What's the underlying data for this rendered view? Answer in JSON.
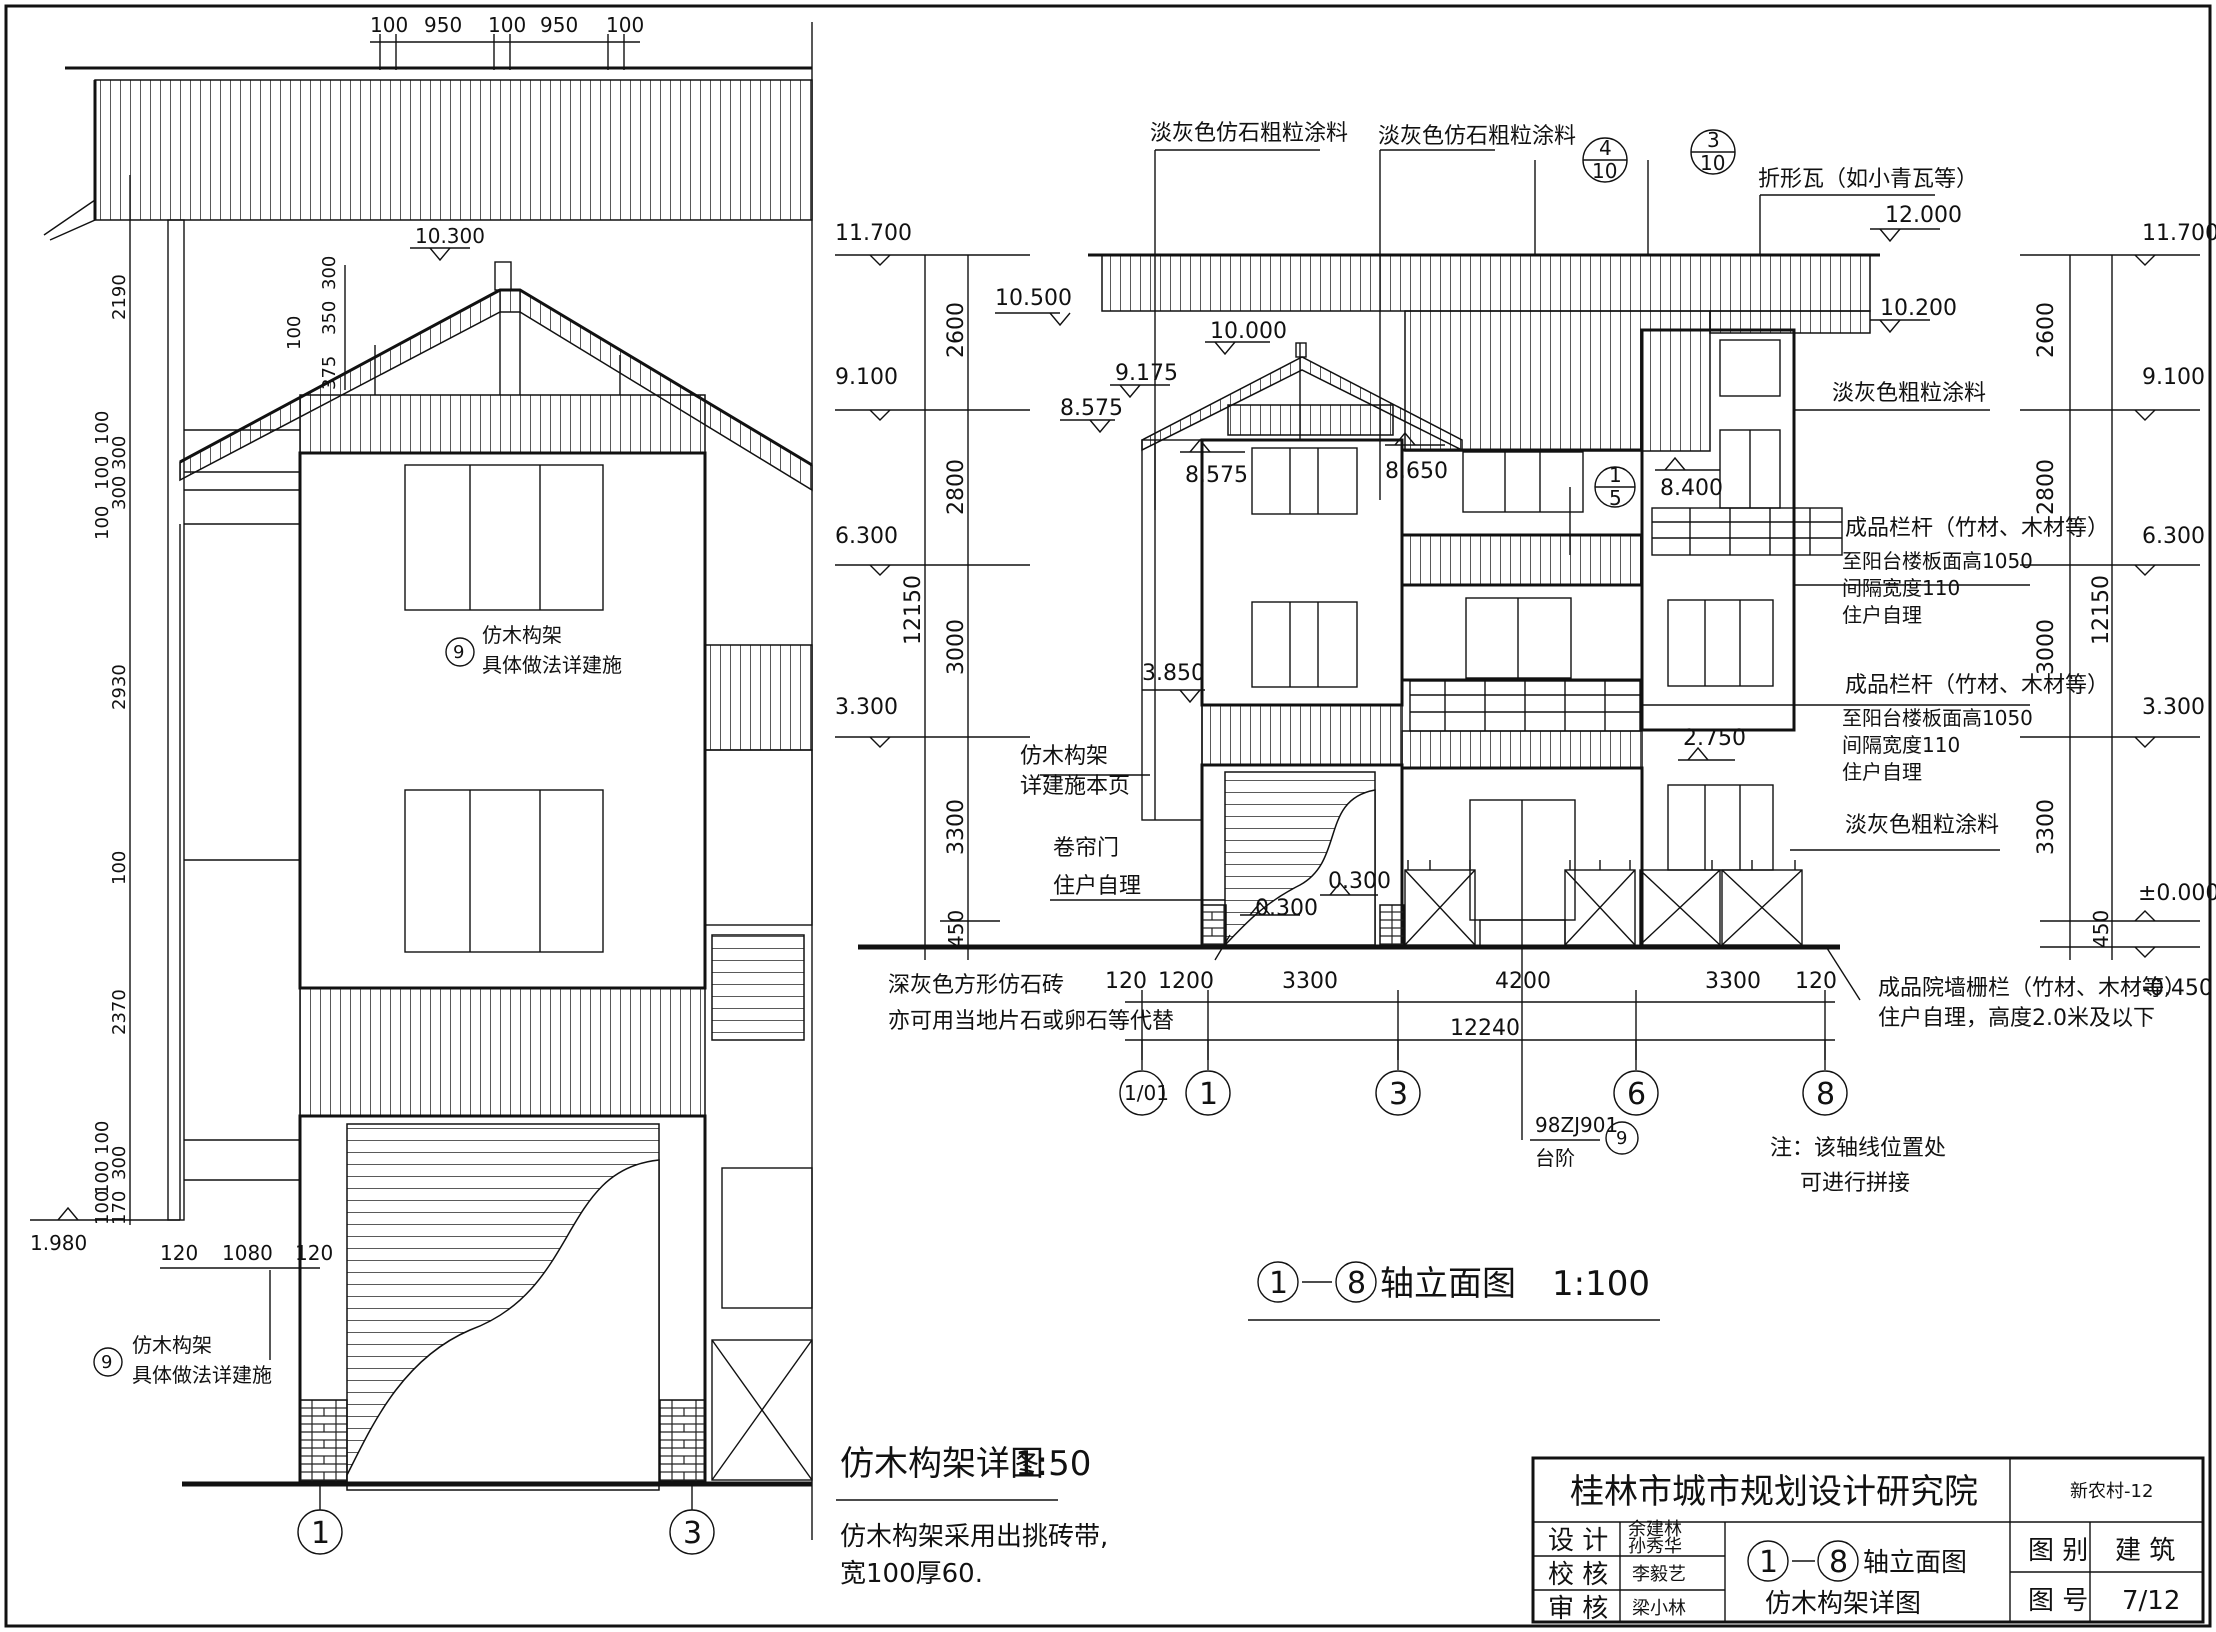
{
  "left_detail": {
    "top_dims": [
      "100",
      "950",
      "100",
      "950",
      "100"
    ],
    "left_dims": [
      "2190",
      "100",
      "100",
      "300",
      "300",
      "100",
      "2930",
      "100",
      "2370",
      "100",
      "100",
      "300",
      "100",
      "170"
    ],
    "roof_dims": [
      "350",
      "300",
      "100",
      "375"
    ],
    "level_10300": "10.300",
    "level_1980": "1.980",
    "bottom_dims": [
      "120",
      "1080",
      "120"
    ],
    "note1_line1": "仿木构架",
    "note1_line2": "具体做法详建施",
    "note2_line1": "仿木构架",
    "note2_line2": "具体做法详建施",
    "callout_num": "9",
    "axis_1": "1",
    "axis_3": "3",
    "title": "仿木构架详图",
    "scale": "1:50",
    "desc_line1": "仿木构架采用出挑砖带,",
    "desc_line2": "宽100厚60."
  },
  "elevation": {
    "levels_left": [
      "11.700",
      "9.100",
      "6.300",
      "3.300"
    ],
    "levels_right": [
      "11.700",
      "9.100",
      "6.300",
      "3.300",
      "±0.000",
      "-0.450"
    ],
    "dims_left": [
      "2600",
      "2800",
      "3000",
      "3300",
      "450",
      "12150"
    ],
    "dims_right": [
      "2600",
      "2800",
      "3000",
      "3300",
      "450",
      "12150"
    ],
    "inner_levels": [
      "12.000",
      "10.200",
      "10.500",
      "10.000",
      "9.175",
      "8.575",
      "8.575",
      "8.650",
      "8.400",
      "3.850",
      "2.750",
      "0.300",
      "0.300"
    ],
    "callout_a_top": "4",
    "callout_a_bottom": "10",
    "callout_b_top": "3",
    "callout_b_bottom": "10",
    "callout_c_top": "1",
    "callout_c_bottom": "5",
    "label_coating1": "淡灰色仿石粗粒涂料",
    "label_coating2": "淡灰色仿石粗粒涂料",
    "label_tile": "折形瓦（如小青瓦等）",
    "label_coating3": "淡灰色粗粒涂料",
    "rail_title": "成品栏杆（竹材、木材等）",
    "rail_line1": "至阳台楼板面高1050",
    "rail_line2": "间隔宽度110",
    "rail_line3": "住户自理",
    "rail2_title": "成品栏杆（竹材、木材等）",
    "rail2_line1": "至阳台楼板面高1050",
    "rail2_line2": "间隔宽度110",
    "rail2_line3": "住户自理",
    "label_coating4": "淡灰色粗粒涂料",
    "frame_line1": "仿木构架",
    "frame_line2": "详建施本页",
    "door_line1": "卷帘门",
    "door_line2": "住户自理",
    "brick_line1": "深灰色方形仿石砖",
    "brick_line2": "亦可用当地片石或卵石等代替",
    "fence_line1": "成品院墙栅栏（竹材、木材等）",
    "fence_line2": "住户自理，高度2.0米及以下",
    "bottom_dims": [
      "120",
      "1200",
      "3300",
      "4200",
      "3300",
      "120"
    ],
    "total_dim": "12240",
    "axes": [
      "1/01",
      "1",
      "3",
      "6",
      "8"
    ],
    "step_ref": "98ZJ901",
    "step_label": "台阶",
    "step_num": "9",
    "note_line1": "注：该轴线位置处",
    "note_line2": "可进行拼接",
    "title": "轴立面图",
    "title_from": "1",
    "title_to": "8",
    "scale": "1:100"
  },
  "title_block": {
    "institute": "桂林市城市规划设计研究院",
    "project": "新农村-12",
    "design_label": "设 计",
    "designers": [
      "余建林",
      "孙秀华"
    ],
    "check_label": "校 核",
    "checker": "李毅艺",
    "review_label": "审 核",
    "reviewer": "梁小林",
    "drawing_from": "1",
    "drawing_to": "8",
    "drawing_title1": "轴立面图",
    "drawing_title2": "仿木构架详图",
    "category_label": "图 别",
    "category": "建 筑",
    "number_label": "图 号",
    "number": "7/12"
  }
}
